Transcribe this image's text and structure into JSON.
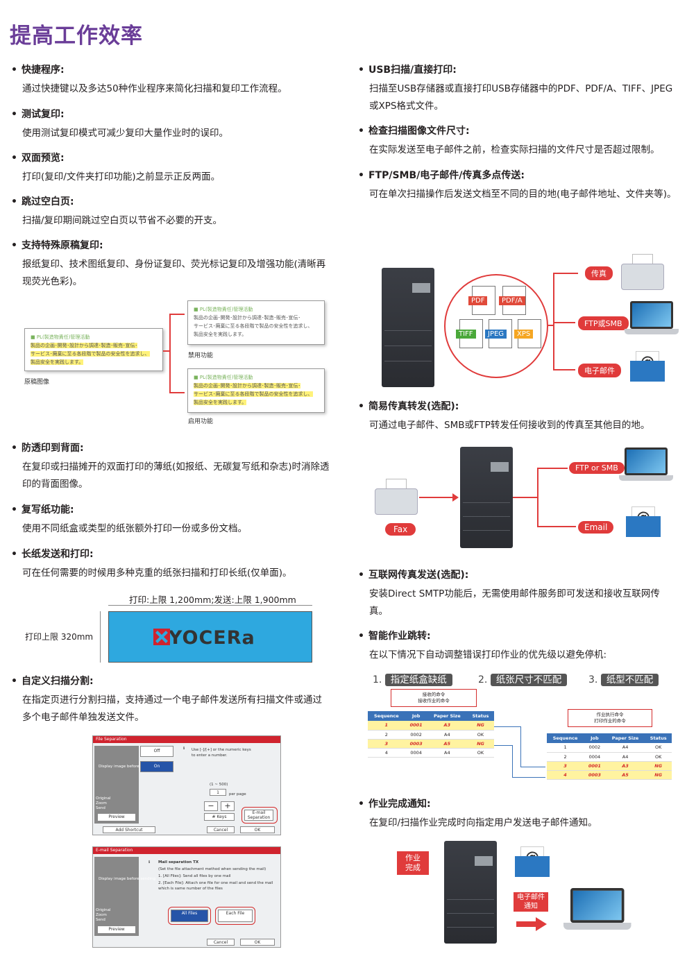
{
  "page_title": "提高工作效率",
  "left_features": [
    {
      "heading": "快捷程序:",
      "body": "通过快捷键以及多达50种作业程序来简化扫描和复印工作流程。"
    },
    {
      "heading": "测试复印:",
      "body": "使用测试复印模式可减少复印大量作业时的误印。"
    },
    {
      "heading": "双面预览:",
      "body": "打印(复印/文件夹打印功能)之前显示正反两面。"
    },
    {
      "heading": "跳过空白页:",
      "body": "扫描/复印期间跳过空白页以节省不必要的开支。"
    },
    {
      "heading": "支持特殊原稿复印:",
      "body": "报纸复印、技术图纸复印、身份证复印、荧光标记复印及增强功能(清晰再现荧光色彩)。"
    },
    {
      "heading": "防透印到背面:",
      "body": "在复印或扫描摊开的双面打印的薄纸(如报纸、无碳复写纸和杂志)时消除透印的背面图像。"
    },
    {
      "heading": "复写纸功能:",
      "body": "使用不同纸盒或类型的纸张额外打印一份或多份文档。"
    },
    {
      "heading": "长纸发送和打印:",
      "body": "可在任何需要的时候用多种克重的纸张扫描和打印长纸(仅单面)。"
    },
    {
      "heading": "自定义扫描分割:",
      "body": "在指定页进行分割扫描，支持通过一个电子邮件发送所有扫描文件或通过多个电子邮件单独发送文件。"
    }
  ],
  "right_features": [
    {
      "heading": "USB扫描/直接打印:",
      "body": "扫描至USB存储器或直接打印USB存储器中的PDF、PDF/A、TIFF、JPEG或XPS格式文件。"
    },
    {
      "heading": "检查扫描图像文件尺寸:",
      "body": "在实际发送至电子邮件之前，检查实际扫描的文件尺寸是否超过限制。"
    },
    {
      "heading": "FTP/SMB/电子邮件/传真多点传送:",
      "body": "可在单次扫描操作后发送文档至不同的目的地(电子邮件地址、文件夹等)。"
    },
    {
      "heading": "简易传真转发(选配):",
      "body": "可通过电子邮件、SMB或FTP转发任何接收到的传真至其他目的地。"
    },
    {
      "heading": "互联网传真发送(选配):",
      "body": "安装Direct SMTP功能后，无需使用邮件服务即可发送和接收互联网传真。"
    },
    {
      "heading": "智能作业跳转:",
      "body": "在以下情况下自动调整错误打印作业的优先级以避免停机:"
    },
    {
      "heading": "作业完成通知:",
      "body": "在复印/扫描作业完成时向指定用户发送电子邮件通知。"
    }
  ],
  "highlight_demo": {
    "doc_title": "PL(製造物責任)管理活動",
    "doc_line1": "製品の企画･開発･設計から調達･製造･販売･宣伝･",
    "doc_line2": "サービス･廃棄に至る各段階で製品の安全性を追求し、",
    "doc_line3": "製品安全を実践します。",
    "caption_original": "原稿图像",
    "caption_disabled": "禁用功能",
    "caption_enabled": "启用功能"
  },
  "long_paper": {
    "top_label": "打印:上限 1,200mm;发送:上限 1,900mm",
    "side_label": "打印上限 320mm",
    "logo_text": "KYOCERa"
  },
  "multi_send": {
    "formats": [
      "PDF",
      "PDF/A",
      "TIFF",
      "JPEG",
      "XPS"
    ],
    "format_colors": [
      "#e04a3a",
      "#e04a3a",
      "#4aa83a",
      "#2b78c2",
      "#f5a623"
    ],
    "dest_fax": "传真",
    "dest_ftp": "FTP或SMB",
    "dest_email": "电子邮件"
  },
  "fax_forward": {
    "src": "Fax",
    "dest_ftp": "FTP or SMB",
    "dest_email": "Email"
  },
  "job_skip": {
    "steps": [
      {
        "num": "1.",
        "label": "指定纸盒缺纸"
      },
      {
        "num": "2.",
        "label": "纸张尺寸不匹配"
      },
      {
        "num": "3.",
        "label": "纸型不匹配"
      }
    ],
    "recv_cmd_line1": "接收的命令",
    "recv_cmd_line2": "接收作业的命令",
    "exec_cmd_line1": "作业执行命令",
    "exec_cmd_line2": "打印作业的命令",
    "headers": [
      "Sequence",
      "Job",
      "Paper Size",
      "Status"
    ],
    "table_before": [
      {
        "seq": "1",
        "job": "0001",
        "size": "A3",
        "status": "NG",
        "ng": true
      },
      {
        "seq": "2",
        "job": "0002",
        "size": "A4",
        "status": "OK",
        "ng": false
      },
      {
        "seq": "3",
        "job": "0003",
        "size": "A5",
        "status": "NG",
        "ng": true
      },
      {
        "seq": "4",
        "job": "0004",
        "size": "A4",
        "status": "OK",
        "ng": false
      }
    ],
    "table_after": [
      {
        "seq": "1",
        "job": "0002",
        "size": "A4",
        "status": "OK",
        "ng": false
      },
      {
        "seq": "2",
        "job": "0004",
        "size": "A4",
        "status": "OK",
        "ng": false
      },
      {
        "seq": "3",
        "job": "0001",
        "size": "A3",
        "status": "NG",
        "ng": true
      },
      {
        "seq": "4",
        "job": "0003",
        "size": "A5",
        "status": "NG",
        "ng": true
      }
    ]
  },
  "notify": {
    "job_done": "作业\n完成",
    "email_notice": "电子邮件\n通知"
  },
  "file_sep_ui": {
    "title": "File Separation",
    "off": "Off",
    "on": "On",
    "hint": "Use [-]/[+] or the numeric keys to enter a number.",
    "range": "(1 ~ 500)",
    "per_page": "per page",
    "display_image": "Display image before sending",
    "original": "Original",
    "zoom": "Zoom",
    "send": "Send",
    "preview": "Preview",
    "keys": "# Keys",
    "email_sep": "E-mail Separation",
    "add_shortcut": "Add Shortcut",
    "cancel": "Cancel",
    "ok": "OK"
  },
  "email_sep_ui": {
    "title": "E-mail Separation",
    "heading": "Mail separation TX",
    "line1": "(Set the file attachment method when sending the mail)",
    "line2": "1. [All Files]: Send all files by one mail",
    "line3": "2. [Each File]: Attach one file for one mail and send the mail which is same number of the files",
    "all_files": "All Files",
    "each_file": "Each File",
    "display_image": "Display image before sending",
    "original": "Original",
    "zoom": "Zoom",
    "send": "Send",
    "preview": "Preview",
    "cancel": "Cancel",
    "ok": "OK"
  }
}
